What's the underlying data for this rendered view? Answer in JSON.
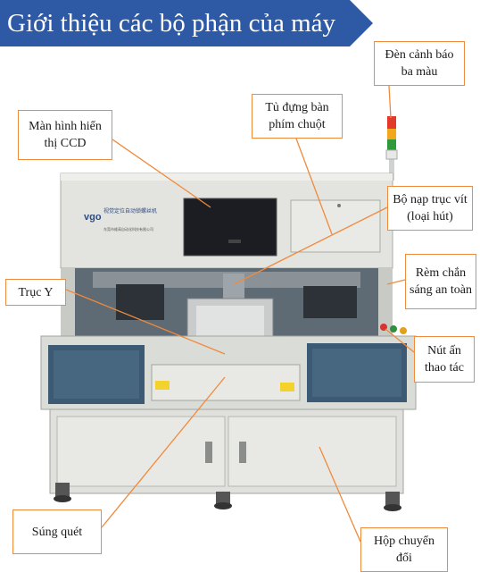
{
  "title": "Giới thiệu các bộ phận của máy",
  "brand": {
    "logo": "vgo",
    "cn_text": "视觉定位自动锁螺丝机",
    "company": "东莞市维高自动化科技有限公司"
  },
  "callouts": {
    "den_canh_bao": "Đèn cảnh báo ba màu",
    "tu_dung_ban_phim": "Tủ đựng bàn phím chuột",
    "man_hinh_ccd": "Màn hình hiển thị CCD",
    "bo_nap_truc_vit": "Bộ nạp trục vít (loại hút)",
    "rem_chan_sang": "Rèm chắn sáng an toàn",
    "truc_y": "Trục Y",
    "nut_an_thao_tac": "Nút ấn thao tác",
    "sung_quet": "Súng quét",
    "hop_chuyen_doi": "Hộp chuyển đổi"
  },
  "colors": {
    "banner": "#2e5aa5",
    "callout_border": "#f08a3c",
    "leader_line": "#f08a3c",
    "frame": "#d7d9d4",
    "frame_dark": "#9ea19c",
    "screen": "#1b1d22",
    "window": "#3c5a73"
  }
}
